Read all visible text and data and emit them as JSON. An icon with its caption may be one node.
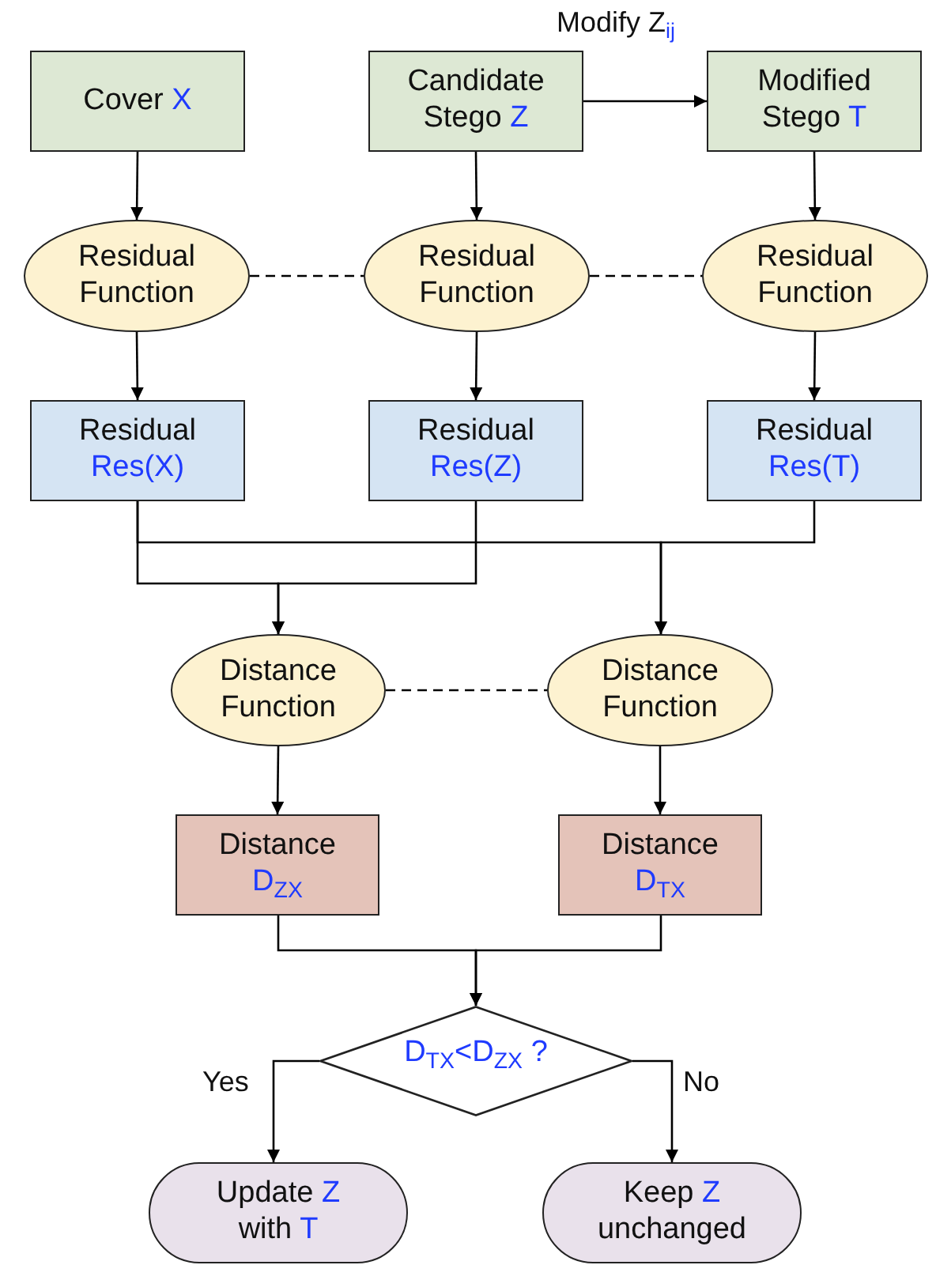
{
  "diagram": {
    "nodes": [
      {
        "text": [
          "Cover *X*"
        ]
      },
      {
        "text": [
          "Candidate Stego *Z*"
        ]
      },
      {
        "text": [
          "Modified Stego *T*"
        ]
      },
      {
        "text": [
          "Residual Function"
        ]
      },
      {
        "text": [
          "Residual Function"
        ]
      },
      {
        "text": [
          "Residual Function"
        ]
      },
      {
        "text": [
          "Residual *Res(X)*"
        ]
      },
      {
        "text": [
          "Residual *Res(Z)*"
        ]
      },
      {
        "text": [
          "Residual *Res(T)*"
        ]
      },
      {
        "text": [
          "Distance Function"
        ]
      },
      {
        "text": [
          "Distance Function"
        ]
      },
      {
        "text": [
          "Distance",
          "D$_{ZX}$"
        ]
      },
      {
        "text": [
          "Distance",
          "D$_{TX}$"
        ]
      },
      {
        "text": [
          "D$_{TX}$<D$_{ZX}$ ?"
        ]
      },
      {
        "text": [
          "Update *Z* with *T*"
        ]
      },
      {
        "text": [
          "Keep *Z* unchanged"
        ]
      }
    ],
    "edges": [
      {
        "from": 0,
        "to": 3,
        "arrow": "to"
      },
      {
        "from": 1,
        "to": 4,
        "arrow": "to"
      },
      {
        "from": 2,
        "to": 5,
        "arrow": "to"
      },
      {
        "from": 1,
        "to": 2,
        "arrow": "to",
        "label": "Modify Z$_{ij}$"
      },
      {
        "from": 3,
        "to": 4,
        "arrow": "none",
        "style": "dashed"
      },
      {
        "from": 4,
        "to": 5,
        "arrow": "none",
        "style": "dashed"
      },
      {
        "from": 3,
        "to": 6,
        "arrow": "to"
      },
      {
        "from": 4,
        "to": 7,
        "arrow": "to"
      },
      {
        "from": 5,
        "to": 8,
        "arrow": "to"
      },
      {
        "from": 6,
        "to": 9,
        "arrow": "to"
      },
      {
        "from": 7,
        "to": 9,
        "arrow": "to"
      },
      {
        "from": 6,
        "to": 10,
        "arrow": "to"
      },
      {
        "from": 8,
        "to": 10,
        "arrow": "to"
      },
      {
        "from": 9,
        "to": 10,
        "arrow": "none",
        "style": "dashed"
      },
      {
        "from": 9,
        "to": 11,
        "arrow": "to"
      },
      {
        "from": 10,
        "to": 12,
        "arrow": "to"
      },
      {
        "from": 11,
        "to": 13,
        "arrow": "to"
      },
      {
        "from": 12,
        "to": 13,
        "arrow": "to"
      },
      {
        "from": 13,
        "to": 14,
        "arrow": "to",
        "label": "Yes"
      },
      {
        "from": 13,
        "to": 15,
        "arrow": "to",
        "label": "No"
      }
    ]
  }
}
